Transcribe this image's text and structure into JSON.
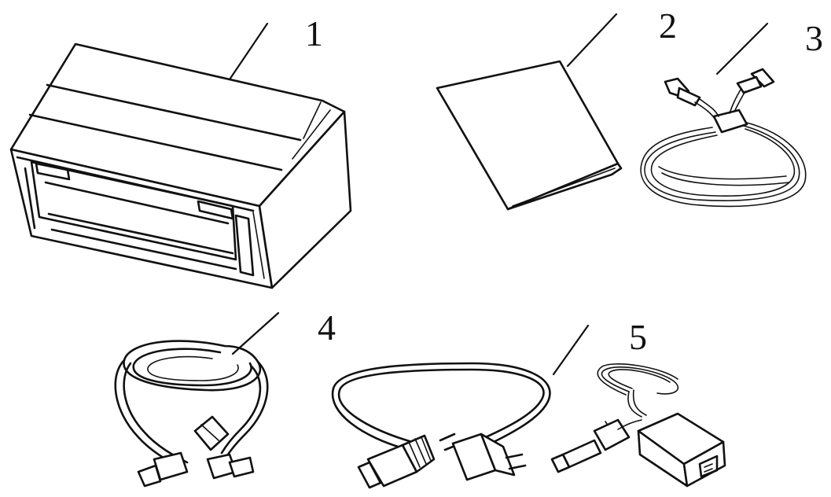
{
  "callouts": [
    {
      "id": "1",
      "label": "1",
      "item": "scanner-unit"
    },
    {
      "id": "2",
      "label": "2",
      "item": "quick-guide-booklet"
    },
    {
      "id": "3",
      "label": "3",
      "item": "ethernet-cable"
    },
    {
      "id": "4",
      "label": "4",
      "item": "usb-cable"
    },
    {
      "id": "5",
      "label": "5",
      "item": "power-cord-and-adapter"
    }
  ],
  "colors": {
    "line": "#111111",
    "background": "#ffffff"
  }
}
